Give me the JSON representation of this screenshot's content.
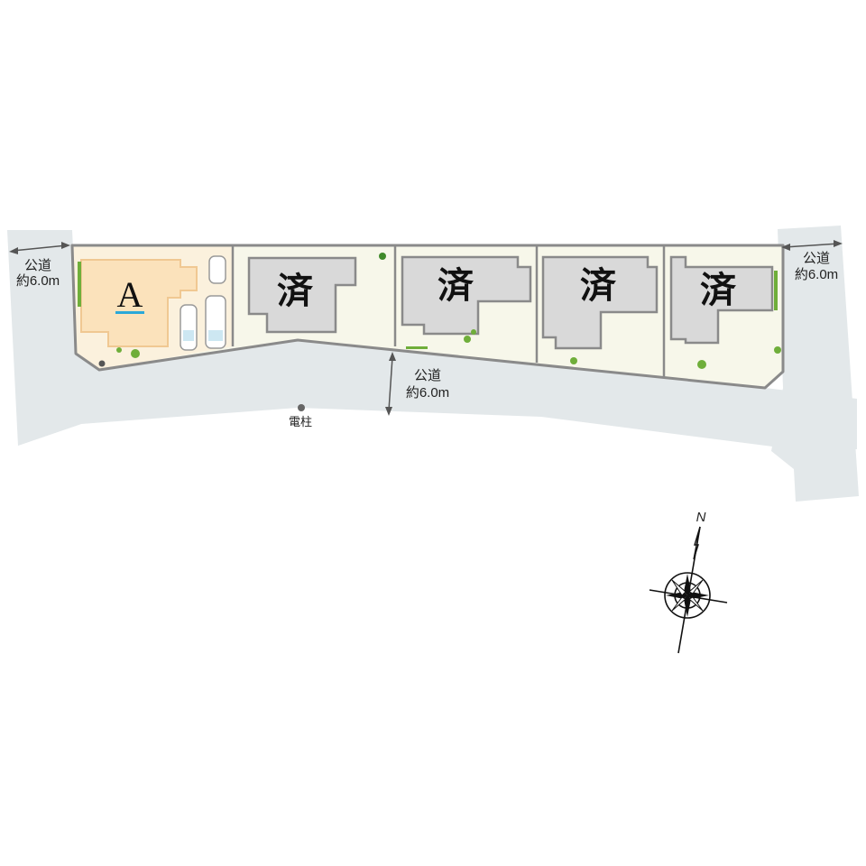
{
  "lot_a": {
    "label": "A"
  },
  "sold_lots": [
    {
      "label": "済"
    },
    {
      "label": "済"
    },
    {
      "label": "済"
    },
    {
      "label": "済"
    }
  ],
  "roads": {
    "west": {
      "line1": "公道",
      "line2": "約6.0m"
    },
    "south": {
      "line1": "公道",
      "line2": "約6.0m"
    },
    "east": {
      "line1": "公道",
      "line2": "約6.0m"
    }
  },
  "utility_pole": {
    "label": "電柱"
  },
  "compass": {
    "north_label": "N"
  },
  "colors": {
    "road": "#e3e8ea",
    "lot": "#f7f7ea",
    "house_sold": "#d9d9d9",
    "house_a": "#fbe2bb",
    "boundary": "#8a8a8a",
    "underline_a": "#2aa8d8"
  }
}
